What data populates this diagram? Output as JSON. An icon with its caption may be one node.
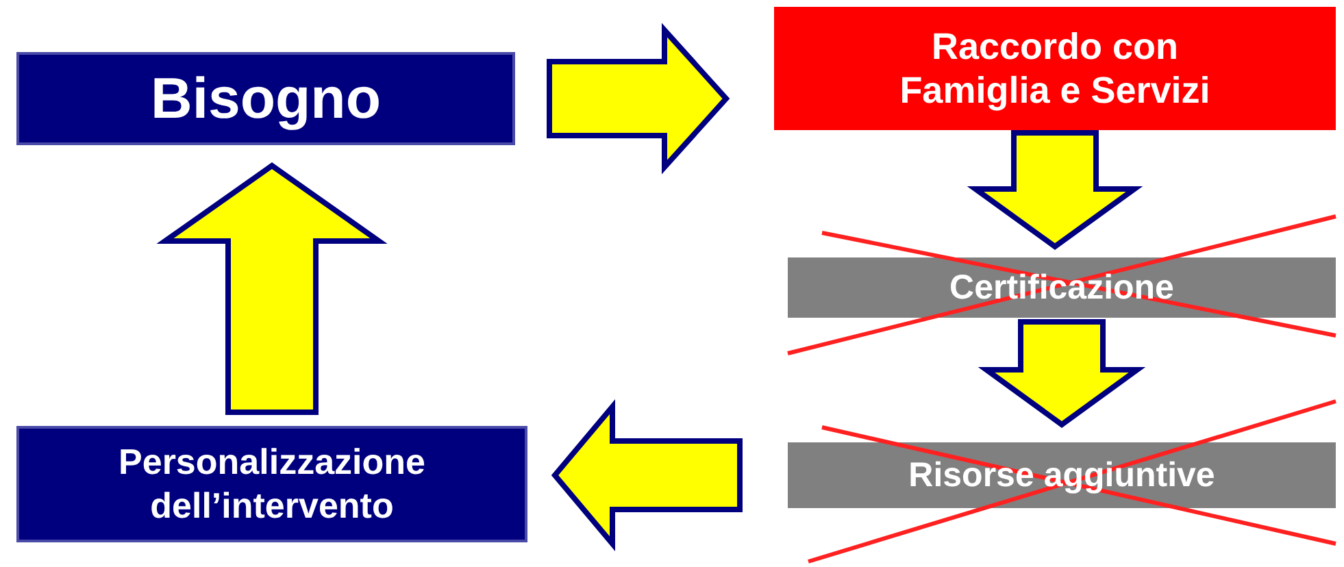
{
  "diagram": {
    "nodes": [
      {
        "text": [
          "Bisogno"
        ]
      },
      {
        "text": [
          "Raccordo con Famiglia e Servizi"
        ]
      },
      {
        "text": [
          "Certificazione"
        ]
      },
      {
        "text": [
          "Risorse aggiuntive"
        ]
      },
      {
        "text": [
          "Personalizzazione dell’intervento"
        ]
      }
    ],
    "edges": [
      {
        "from": 0,
        "to": 1,
        "arrow": "to"
      },
      {
        "from": 1,
        "to": 2,
        "arrow": "to"
      },
      {
        "from": 2,
        "to": 3,
        "arrow": "to"
      },
      {
        "from": 3,
        "to": 4,
        "arrow": "to"
      },
      {
        "from": 4,
        "to": 0,
        "arrow": "to"
      }
    ]
  }
}
